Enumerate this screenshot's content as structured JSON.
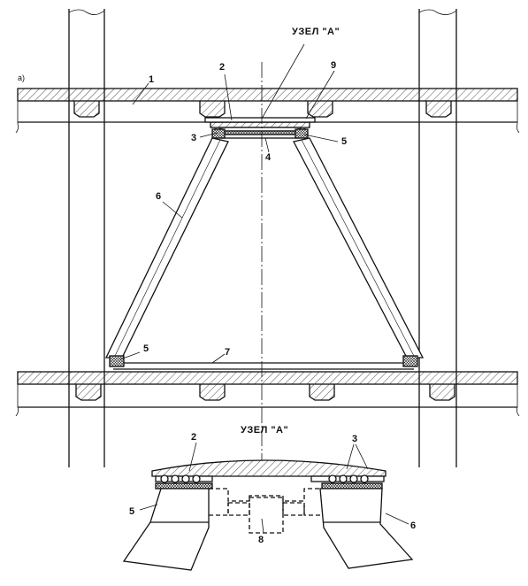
{
  "figure": {
    "part_marker": "а)",
    "node_title_top": "УЗЕЛ \"А\"",
    "node_title_bottom": "УЗЕЛ \"А\"",
    "callouts_main": [
      "1",
      "2",
      "9",
      "3",
      "4",
      "5",
      "6",
      "5",
      "7"
    ],
    "callouts_detail": [
      "2",
      "3",
      "5",
      "8",
      "6"
    ]
  }
}
